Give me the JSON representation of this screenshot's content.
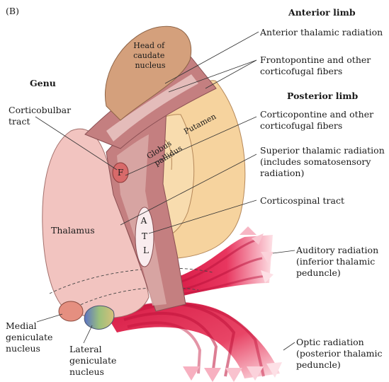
{
  "panel_tag": "(B)",
  "headers": {
    "anterior_limb": "Anterior limb",
    "posterior_limb": "Posterior limb",
    "genu": "Genu"
  },
  "labels": {
    "head_of_caudate": [
      "Head of",
      "caudate",
      "nucleus"
    ],
    "anterior_thalamic_radiation": "Anterior thalamic radiation",
    "frontopontine": [
      "Frontopontine and other",
      "corticofugal fibers"
    ],
    "corticobulbar": [
      "Corticobulbar",
      "tract"
    ],
    "corticopontine": [
      "Corticopontine and other",
      "corticofugal fibers"
    ],
    "superior_thalamic_radiation": [
      "Superior thalamic radiation",
      "(includes somatosensory",
      "radiation)"
    ],
    "corticospinal": "Corticospinal tract",
    "thalamus": "Thalamus",
    "putamen": "Putamen",
    "globus_pallidus": [
      "Globus",
      "pallidus"
    ],
    "auditory_radiation": [
      "Auditory radiation",
      "(inferior thalamic",
      "peduncle)"
    ],
    "optic_radiation": [
      "Optic radiation",
      "(posterior thalamic",
      "peduncle)"
    ],
    "medial_geniculate": [
      "Medial",
      "geniculate",
      "nucleus"
    ],
    "lateral_geniculate": [
      "Lateral",
      "geniculate",
      "nucleus"
    ]
  },
  "somatotopy": [
    "F",
    "A",
    "T",
    "L"
  ],
  "colors": {
    "caudate": "#d4a07c",
    "capsule": "#c47f80",
    "capsule_light": "#ddb0ae",
    "putamen": "#f6d39e",
    "thalamus": "#f2c4c0",
    "radiation": "#d81b46",
    "radiation_light": "#fbd7de"
  }
}
